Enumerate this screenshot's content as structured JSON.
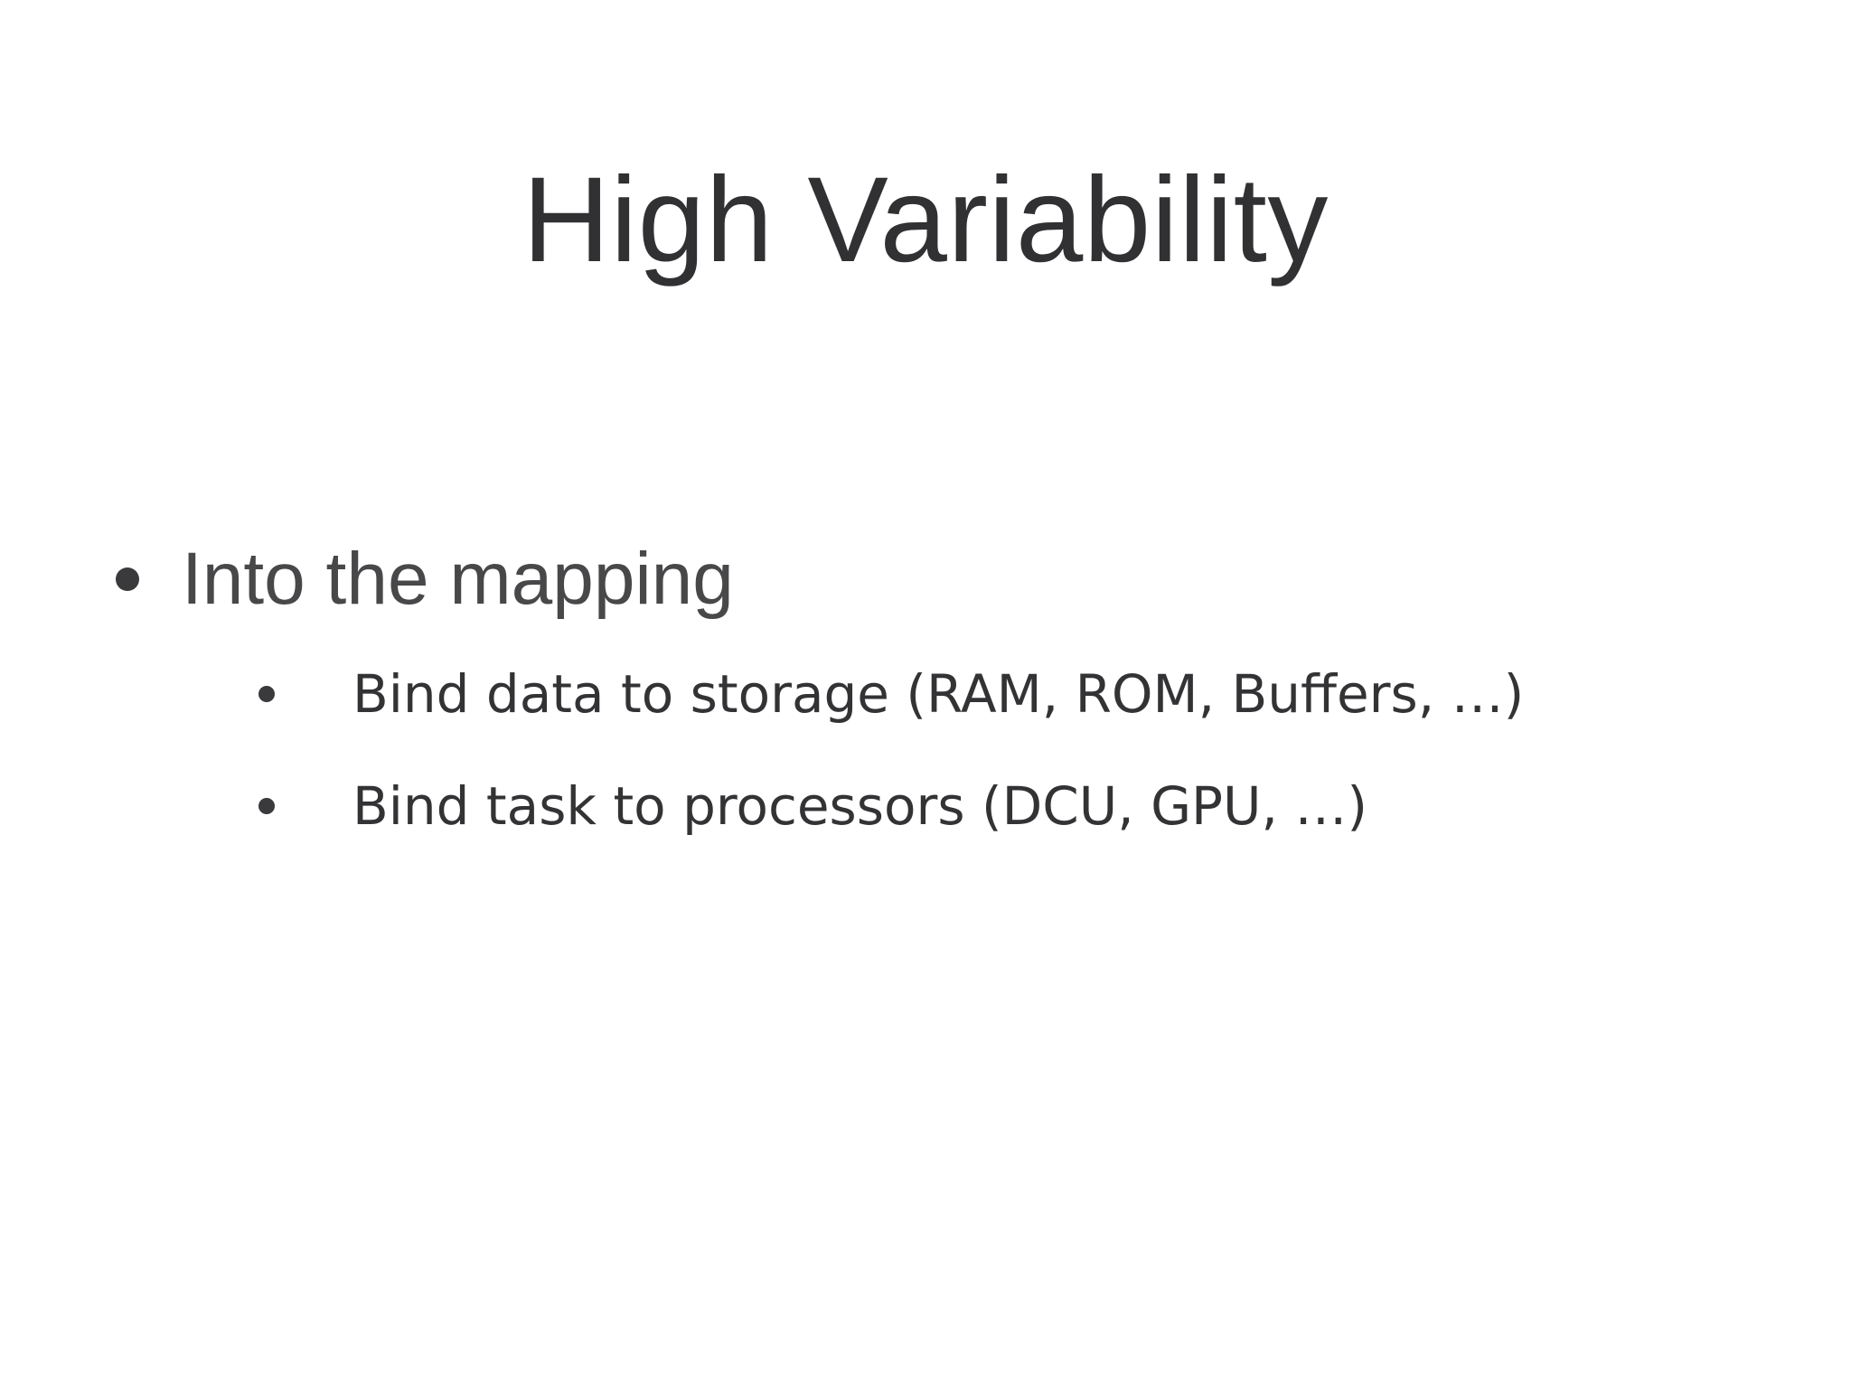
{
  "slide": {
    "title": "High Variability",
    "background_color": "#ffffff",
    "title_color": "#313134",
    "body_color": "#333336",
    "bullets": [
      {
        "level": 1,
        "marker": "filled-circle-bullet",
        "text": "Into the mapping",
        "children": [
          {
            "level": 2,
            "marker": "filled-circle-bullet",
            "text": "Bind data to storage (RAM, ROM, Buffers, …)"
          },
          {
            "level": 2,
            "marker": "filled-circle-bullet",
            "text": "Bind task to processors (DCU, GPU, …)"
          }
        ]
      }
    ]
  }
}
